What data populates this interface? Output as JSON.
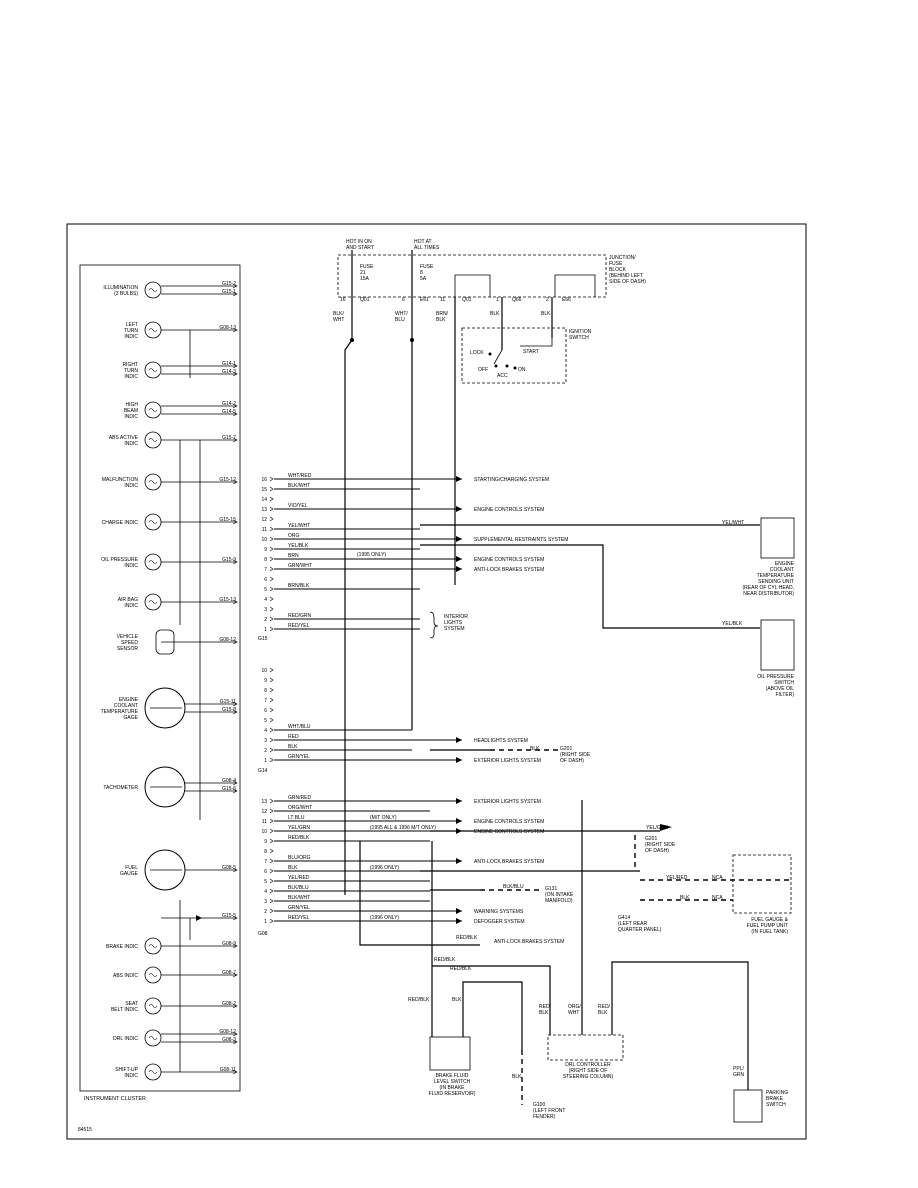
{
  "diagram_id": "84515",
  "power": {
    "hot_run_start": "HOT IN ON\nAND START",
    "hot_all_times": "HOT AT\nALL TIMES",
    "fuse_21": "FUSE\n21\n15A",
    "fuse_8": "FUSE\n8\n5A",
    "junction_fuse_block": "JUNCTION/\nFUSE\nBLOCK\n(BEHIND LEFT\nSIDE OF DASH)",
    "pins": [
      "16",
      "Q01",
      "6",
      "E61",
      "11",
      "Q01",
      "1",
      "Q66",
      "2",
      "E66"
    ],
    "wires": [
      "BLK/\nWHT",
      "WHT/\nBLU",
      "BRN/\nBLK",
      "BLK",
      "BLK"
    ]
  },
  "ignition_switch": {
    "label": "IGNITION\nSWITCH",
    "positions": [
      "LOCK",
      "START",
      "OFF",
      "ON",
      "ACC"
    ]
  },
  "cluster": {
    "label": "INSTRUMENT CLUSTER",
    "items": [
      {
        "label": "ILLUMINATION\n(3 BULBS)",
        "pins": [
          "G15-2",
          "G15-1"
        ]
      },
      {
        "label": "LEFT\nTURN\nINDIC",
        "pins": [
          "G08-13"
        ]
      },
      {
        "label": "RIGHT\nTURN\nINDIC",
        "pins": [
          "G14-1",
          "G14-3"
        ]
      },
      {
        "label": "HIGH\nBEAM\nINDIC",
        "pins": [
          "G14-2",
          "G14-5"
        ]
      },
      {
        "label": "ABS ACTIVE\nINDIC",
        "pins": [
          "G15-7"
        ]
      },
      {
        "label": "MALFUNCTION\nINDIC",
        "pins": [
          "G15-12"
        ]
      },
      {
        "label": "CHARGE INDIC",
        "pins": [
          "G15-15"
        ]
      },
      {
        "label": "OIL PRESSURE\nINDIC",
        "pins": [
          "G15-9"
        ]
      },
      {
        "label": "AIR BAG\nINDIC",
        "pins": [
          "G15-13"
        ]
      },
      {
        "label": "VEHICLE\nSPEED\nSENSOR",
        "pins": [
          "G08-12"
        ]
      },
      {
        "label": "ENGINE\nCOOLANT\nTEMPERATURE\nGAGE",
        "pins": [
          "G15-11",
          "G15-8"
        ]
      },
      {
        "label": "TACHOMETER",
        "pins": [
          "G08-4",
          "G15-6"
        ]
      },
      {
        "label": "FUEL\nGAUGE",
        "pins": [
          "G08-5"
        ]
      },
      {
        "label": "",
        "pins": [
          "G15-5"
        ]
      },
      {
        "label": "BRAKE INDIC",
        "pins": [
          "G08-9"
        ]
      },
      {
        "label": "ABS INDIC",
        "pins": [
          "G08-7"
        ]
      },
      {
        "label": "SEAT\nBELT INDIC",
        "pins": [
          "G08-2"
        ]
      },
      {
        "label": "DRL INDIC",
        "pins": [
          "G08-12",
          "G08-3"
        ]
      },
      {
        "label": "SHIFT-UP\nINDIC",
        "pins": [
          "G08-11"
        ]
      }
    ]
  },
  "connector_g15": {
    "name": "G15",
    "pins": [
      {
        "num": "16",
        "wire": "WHT/RED",
        "dest": "STARTING/CHARGING SYSTEM"
      },
      {
        "num": "15",
        "wire": "BLK/WHT",
        "dest": ""
      },
      {
        "num": "14",
        "wire": "",
        "dest": ""
      },
      {
        "num": "13",
        "wire": "VIO/YEL",
        "dest": "ENGINE CONTROLS SYSTEM"
      },
      {
        "num": "12",
        "wire": "",
        "dest": ""
      },
      {
        "num": "11",
        "wire": "YEL/WHT",
        "dest": ""
      },
      {
        "num": "10",
        "wire": "ORG",
        "dest": "SUPPLEMENTAL RESTRAINTS SYSTEM"
      },
      {
        "num": "9",
        "wire": "YEL/BLK",
        "dest": ""
      },
      {
        "num": "8",
        "wire": "BRN",
        "dest": "ENGINE CONTROLS SYSTEM"
      },
      {
        "num": "7",
        "wire": "GRN/WHT",
        "dest": "ANTI-LOCK BRAKES SYSTEM"
      },
      {
        "num": "6",
        "wire": "",
        "dest": ""
      },
      {
        "num": "5",
        "wire": "BRN/BLK",
        "dest": ""
      },
      {
        "num": "4",
        "wire": "",
        "dest": ""
      },
      {
        "num": "3",
        "wire": "",
        "dest": ""
      },
      {
        "num": "2",
        "wire": "RED/GRN",
        "dest": ""
      },
      {
        "num": "1",
        "wire": "RED/YEL",
        "dest": ""
      }
    ],
    "note_1995": "(1995 ONLY)",
    "interior_lights": "INTERIOR\nLIGHTS\nSYSTEM"
  },
  "connector_g14": {
    "name": "G14",
    "pins": [
      {
        "num": "10",
        "wire": "",
        "dest": ""
      },
      {
        "num": "9",
        "wire": "",
        "dest": ""
      },
      {
        "num": "8",
        "wire": "",
        "dest": ""
      },
      {
        "num": "7",
        "wire": "",
        "dest": ""
      },
      {
        "num": "6",
        "wire": "",
        "dest": ""
      },
      {
        "num": "5",
        "wire": "",
        "dest": ""
      },
      {
        "num": "4",
        "wire": "WHT/BLU",
        "dest": ""
      },
      {
        "num": "3",
        "wire": "RED",
        "dest": "HEADLIGHTS SYSTEM"
      },
      {
        "num": "2",
        "wire": "BLK",
        "dest": ""
      },
      {
        "num": "1",
        "wire": "GRN/YEL",
        "dest": "EXTERIOR LIGHTS SYSTEM"
      }
    ],
    "ground": "G201\n(RIGHT SIDE\nOF DASH)"
  },
  "connector_g08": {
    "name": "G08",
    "pins": [
      {
        "num": "13",
        "wire": "GRN/RED",
        "dest": "EXTERIOR LIGHTS SYSTEM"
      },
      {
        "num": "12",
        "wire": "ORG/WHT",
        "dest": ""
      },
      {
        "num": "11",
        "wire": "LT BLU",
        "note": "(M/T ONLY)",
        "dest": "ENGINE CONTROLS SYSTEM"
      },
      {
        "num": "10",
        "wire": "YEL/GRN",
        "note": "(1995 ALL & 1996 M/T ONLY)",
        "dest": "ENGINE CONTROLS SYSTEM"
      },
      {
        "num": "9",
        "wire": "RED/BLK",
        "dest": ""
      },
      {
        "num": "8",
        "wire": "",
        "dest": ""
      },
      {
        "num": "7",
        "wire": "BLU/ORG",
        "dest": "ANTI-LOCK BRAKES SYSTEM"
      },
      {
        "num": "6",
        "wire": "BLK",
        "note": "(1996 ONLY)",
        "dest": ""
      },
      {
        "num": "5",
        "wire": "YEL/RED",
        "dest": ""
      },
      {
        "num": "4",
        "wire": "BLK/BLU",
        "dest": ""
      },
      {
        "num": "3",
        "wire": "BLK/WHT",
        "dest": ""
      },
      {
        "num": "2",
        "wire": "GRN/YEL",
        "dest": "WARNING SYSTEMS"
      },
      {
        "num": "1",
        "wire": "RED/YEL",
        "note": "(1996 ONLY)",
        "dest": "DEFOGGER SYSTEM"
      }
    ]
  },
  "components": {
    "coolant_sender": "ENGINE\nCOOLANT\nTEMPERATURE\nSENDING UNIT\n(REAR OF CYL HEAD,\nNEAR DISTRIBUTOR)",
    "oil_pressure_switch": "OIL PRESSURE\nSWITCH\n(ABOVE OIL\nFILTER)",
    "g201": "G201\n(RIGHT SIDE\nOF DASH)",
    "g131": "G131\n(ON INTAKE\nMANIFOLD)",
    "g414": "G414\n(LEFT REAR\nQUARTER PANEL)",
    "fuel_pump_unit": "FUEL GAUGE &\nFUEL PUMP UNIT\n(IN FUEL TANK)",
    "nca": "NCA",
    "brake_fluid_switch": "BRAKE FLUID\nLEVEL SWITCH\n(IN BRAKE\nFLUID RESERVOIR)",
    "g100": "G100\n(LEFT FRONT\nFENDER)",
    "drl_controller": "DRL CONTROLLER\n(RIGHT SIDE OF\nSTEERING COLUMN)",
    "parking_brake_switch": "PARKING\nBRAKE\nSWITCH",
    "anti_lock": "ANTI-LOCK BRAKES SYSTEM",
    "wires": {
      "yel_wht": "YEL/WHT",
      "yel_blk": "YEL/BLK",
      "yel_grn": "YEL/GRN",
      "yel_red": "YEL/RED",
      "blk": "BLK",
      "blk_blu": "BLK/BLU",
      "red_blk": "RED/BLK",
      "org_wht": "ORG/\nWHT",
      "red_blk2": "RED/\nBLK",
      "ppl_grn": "PPL/\nGRN"
    }
  }
}
